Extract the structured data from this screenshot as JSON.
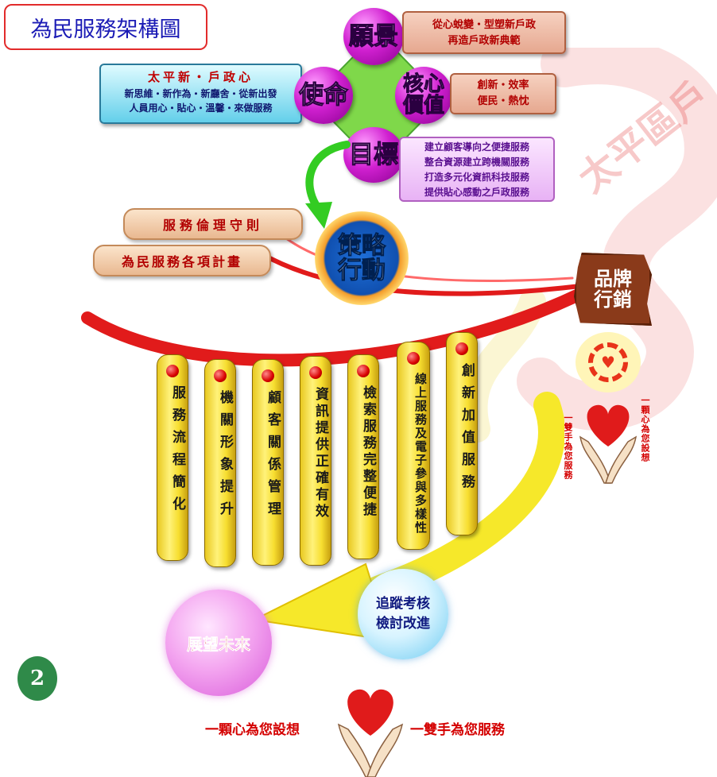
{
  "title": "為民服務架構圖",
  "watermark_text": "太平區戶",
  "vision": {
    "label": "願景",
    "lines": [
      "從心蛻變・型塑新戶政",
      "再造戶政新典範"
    ]
  },
  "mission": {
    "label": "使命",
    "header": "太平新・戶政心",
    "lines": [
      "新思維・新作為・新廳舍・從新出發",
      "人員用心・貼心・溫馨・來做服務"
    ]
  },
  "core_values": {
    "label": "核心\n價值",
    "lines": [
      "創新・效率",
      "便民・熱忱"
    ]
  },
  "goals": {
    "label": "目標",
    "lines": [
      "建立顧客導向之便捷服務",
      "整合資源建立跨機關服務",
      "打造多元化資訊科技服務",
      "提供貼心感動之戶政服務"
    ]
  },
  "strategy": {
    "label": "策略\n行動"
  },
  "side_pills": [
    "服務倫理守則",
    "為民服務各項計畫"
  ],
  "brand": {
    "label": "品牌\n行銷"
  },
  "brand_slogans": [
    "一顆心為您設想",
    "一雙手為您服務"
  ],
  "pillars": [
    "服務流程簡化",
    "機關形象提升",
    "顧客關係管理",
    "資訊提供正確有效",
    "檢索服務完整便捷",
    "線上服務及電子參與多樣性",
    "創新加值服務"
  ],
  "track": {
    "label": "追蹤考核\n檢討改進"
  },
  "future": {
    "label": "展望未來"
  },
  "page_number": "2",
  "bottom_slogans": {
    "left": "一顆心為您設想",
    "right": "一雙手為您服務"
  },
  "colors": {
    "node_magenta": "#d020d0",
    "diamond_green": "#7fd84a",
    "red_swoosh": "#e11b1b",
    "yellow_arrow": "#f6e82a",
    "title_blue": "#1a1ab5",
    "badge_green": "#2f8a49"
  }
}
